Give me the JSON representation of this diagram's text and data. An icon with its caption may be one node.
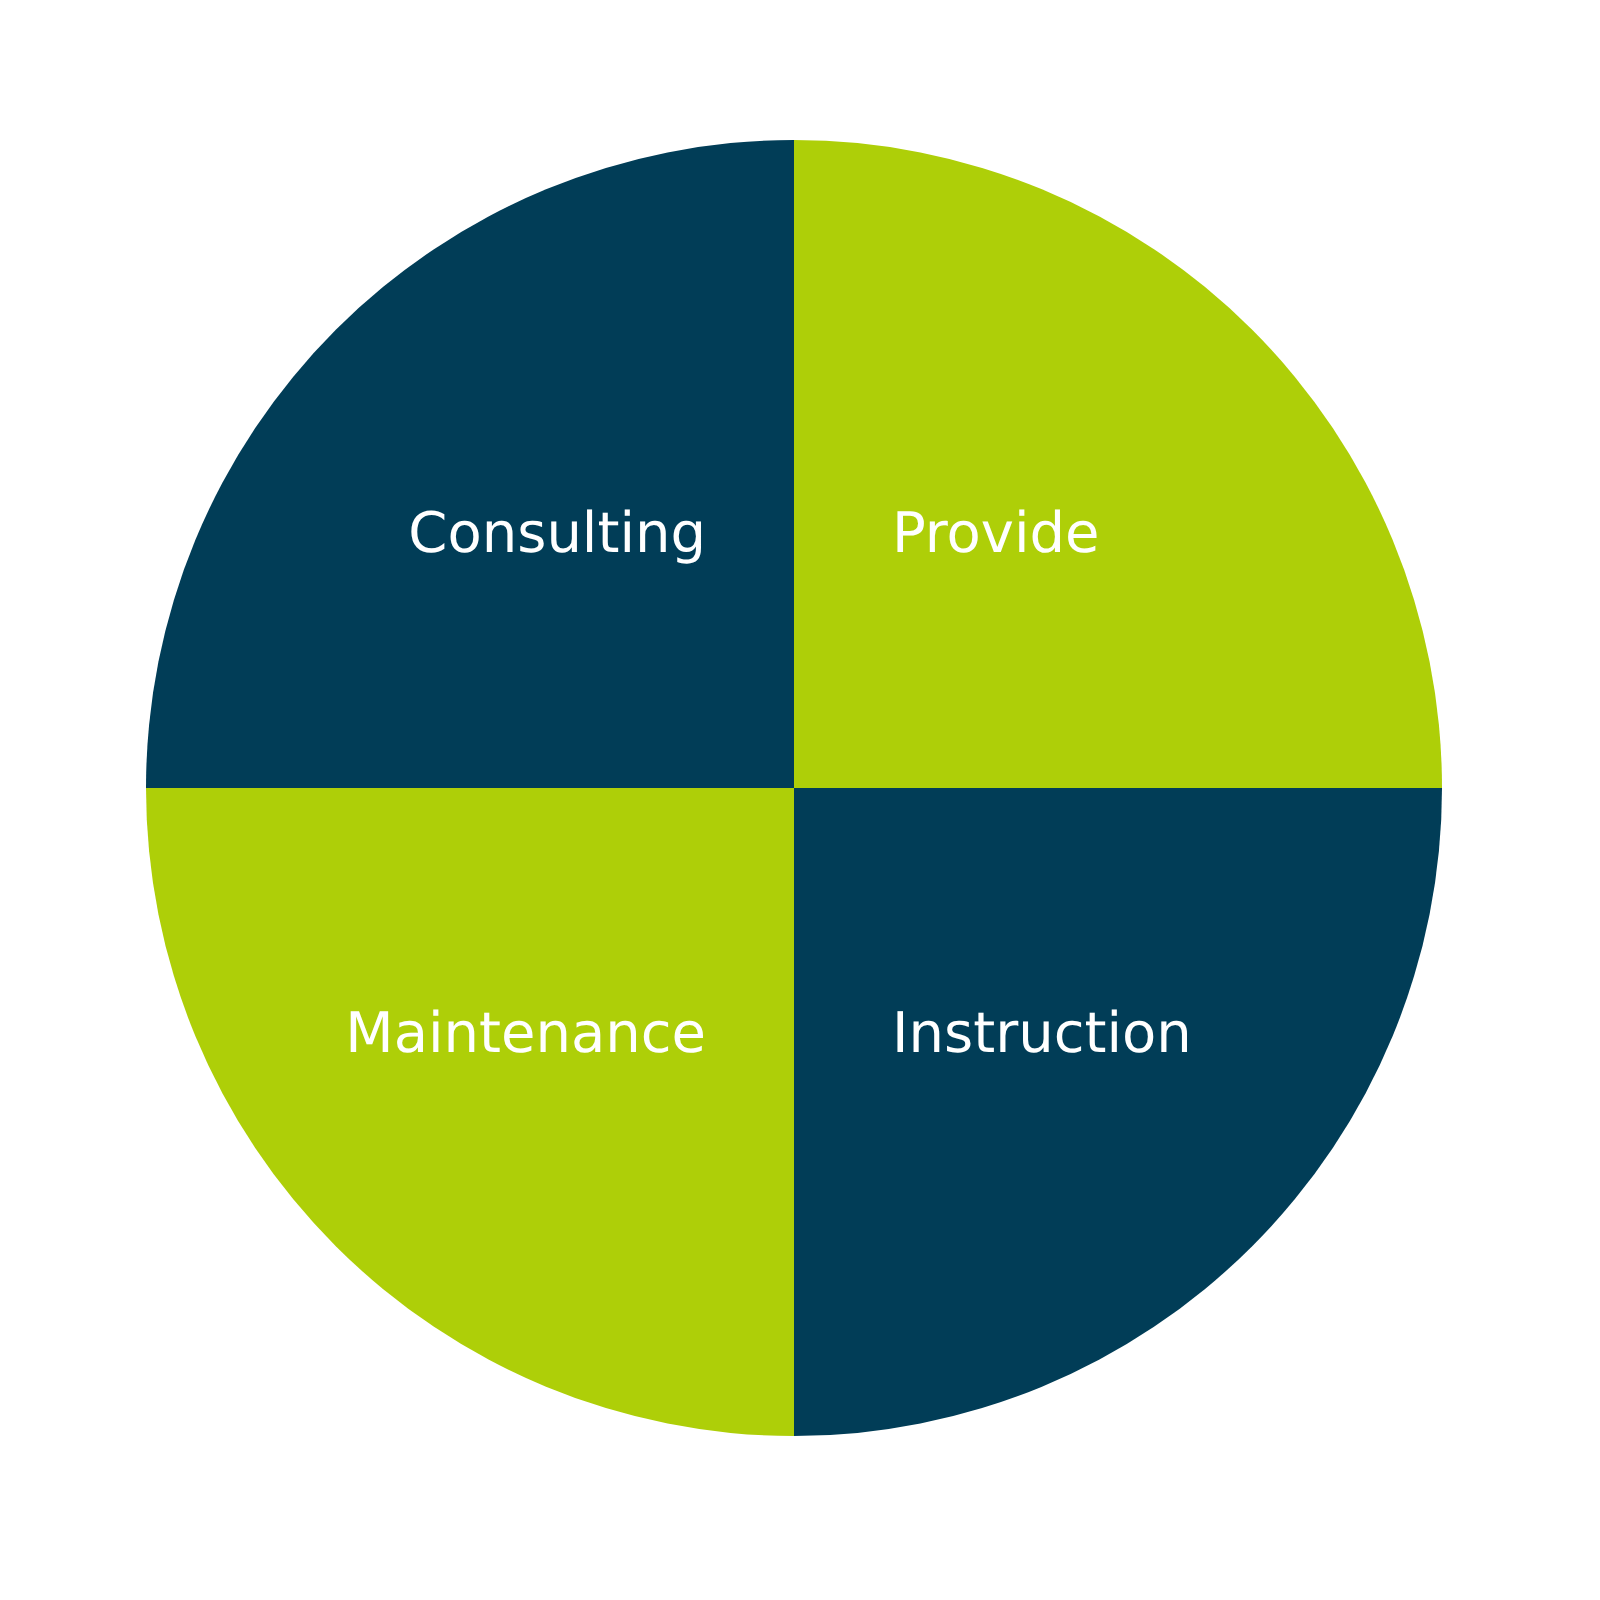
{
  "diagram": {
    "nodes": [
      {
        "text": [
          "Consulting"
        ]
      },
      {
        "text": [
          "Provide"
        ]
      },
      {
        "text": [
          "Maintenance"
        ]
      },
      {
        "text": [
          "Instruction"
        ]
      }
    ]
  }
}
